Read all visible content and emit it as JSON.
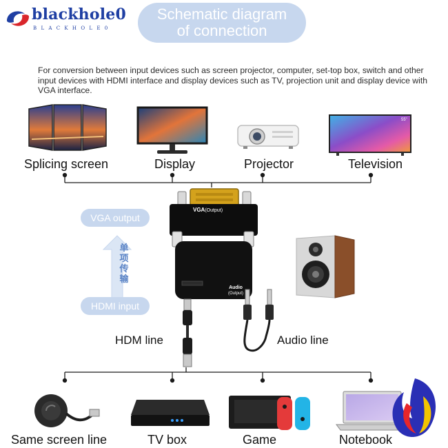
{
  "brand": {
    "name": "blackhole0",
    "subname": "BLACKHOLE0"
  },
  "title": {
    "line1": "Schematic diagram",
    "line2": "of connection"
  },
  "description": "For conversion between input devices such as screen projector, computer, set-top box, switch and other input devices with HDMI interface and display devices such as TV, projection unit and display device with VGA interface.",
  "output_devices": [
    {
      "label": "Splicing screen",
      "icon": "splicing-screen-icon"
    },
    {
      "label": "Display",
      "icon": "monitor-icon"
    },
    {
      "label": "Projector",
      "icon": "projector-icon"
    },
    {
      "label": "Television",
      "icon": "television-icon"
    }
  ],
  "adapter": {
    "vga_label": "VGA",
    "vga_sub": "(Output)",
    "audio_label": "Audio",
    "audio_sub": "(Output)"
  },
  "signal": {
    "vga_output": "VGA output",
    "direction": "单项传输",
    "hdmi_input": "HDMI input"
  },
  "cables": {
    "hdmi_label": "HDM line",
    "audio_label": "Audio line"
  },
  "input_devices": [
    {
      "label": "Same screen line",
      "icon": "streaming-dongle-icon"
    },
    {
      "label": "TV box",
      "icon": "tv-box-icon"
    },
    {
      "label": "Game",
      "icon": "game-console-icon"
    },
    {
      "label": "Notebook",
      "icon": "laptop-icon"
    }
  ],
  "colors": {
    "brand_blue": "#1f3fa3",
    "pill_blue": "#c7d7ee",
    "arrow_blue": "#5b84c6",
    "adapter_black": "#0d0d0d",
    "connector_gold": "#d4a21c"
  }
}
